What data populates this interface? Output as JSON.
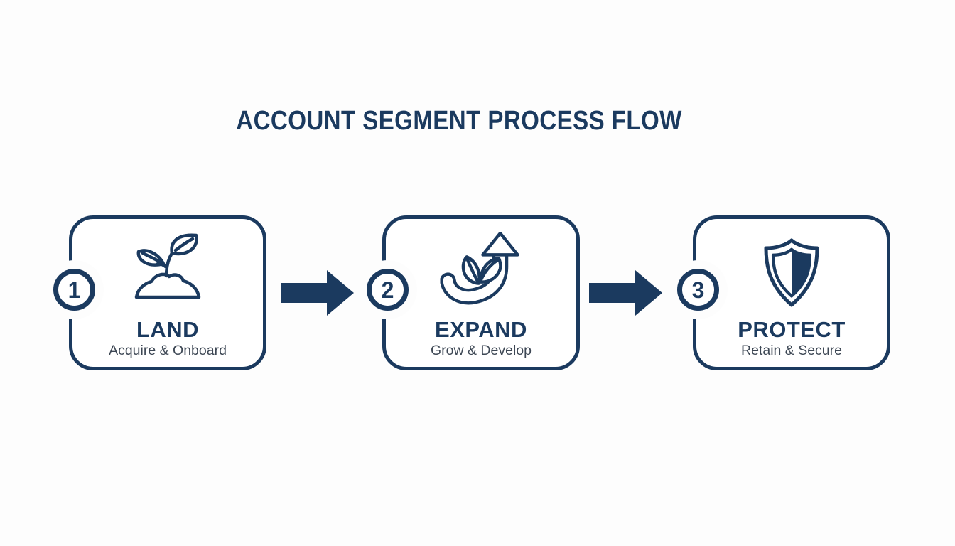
{
  "title": "ACCOUNT SEGMENT PROCESS FLOW",
  "colors": {
    "navy": "#1b3a5f",
    "slate": "#3d4754",
    "bg": "#fdfdfd",
    "card_bg": "#ffffff"
  },
  "steps": [
    {
      "number": "1",
      "label": "LAND",
      "subtitle": "Acquire & Onboard",
      "icon": "seedling-icon"
    },
    {
      "number": "2",
      "label": "EXPAND",
      "subtitle": "Grow & Develop",
      "icon": "growth-arrow-icon"
    },
    {
      "number": "3",
      "label": "PROTECT",
      "subtitle": "Retain & Secure",
      "icon": "shield-half-icon"
    }
  ],
  "connectors": [
    {
      "type": "arrow-right"
    },
    {
      "type": "arrow-right"
    }
  ]
}
